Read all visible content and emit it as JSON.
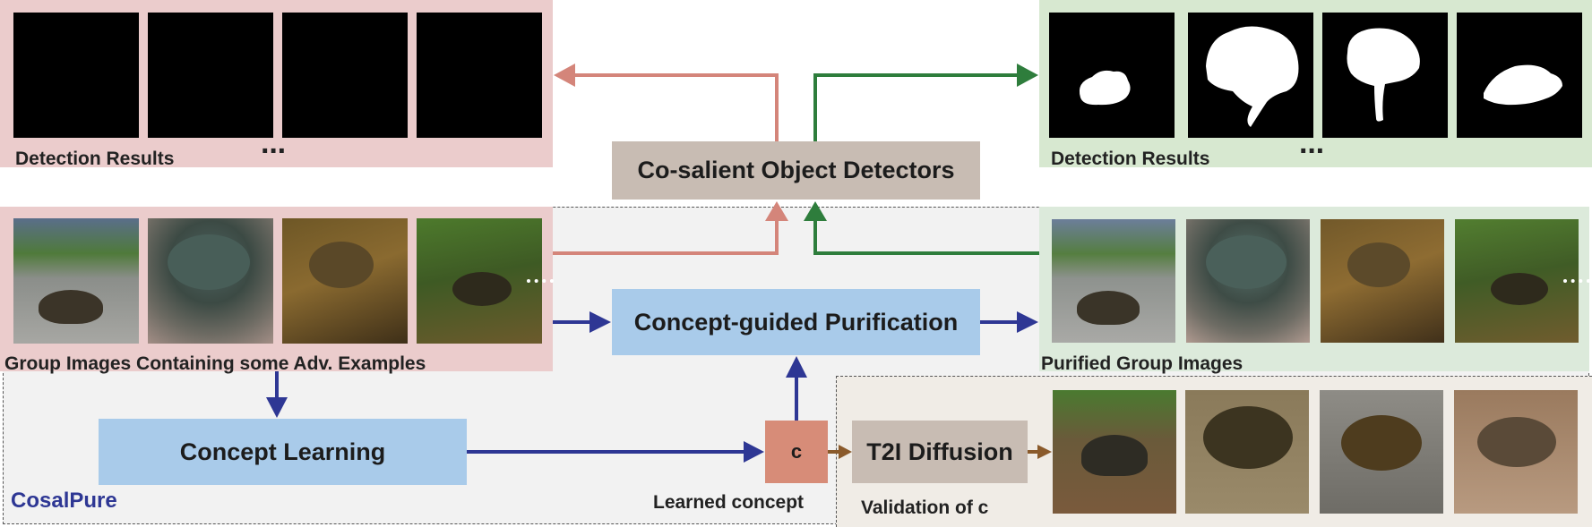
{
  "panels": {
    "adv_results": {
      "label": "Detection Results",
      "ellipsis": "···"
    },
    "clean_results": {
      "label": "Detection Results",
      "ellipsis": "···"
    },
    "group_images": {
      "label": "Group Images Containing some Adv. Examples"
    },
    "purified_images": {
      "label": "Purified Group Images"
    }
  },
  "boxes": {
    "detectors": "Co-salient Object Detectors",
    "purification": "Concept-guided Purification",
    "concept_learning": "Concept Learning",
    "concept": "c",
    "t2i": "T2I Diffusion"
  },
  "labels": {
    "cosalpure": "CosalPure",
    "learned_concept": "Learned concept",
    "validation": "Validation of c"
  },
  "colors": {
    "red_arrow": "#d4857a",
    "green_arrow": "#2e7d3c",
    "blue_arrow": "#2e3794",
    "brown_arrow": "#8a5a2b",
    "cosalpure_text": "#2e3794"
  }
}
